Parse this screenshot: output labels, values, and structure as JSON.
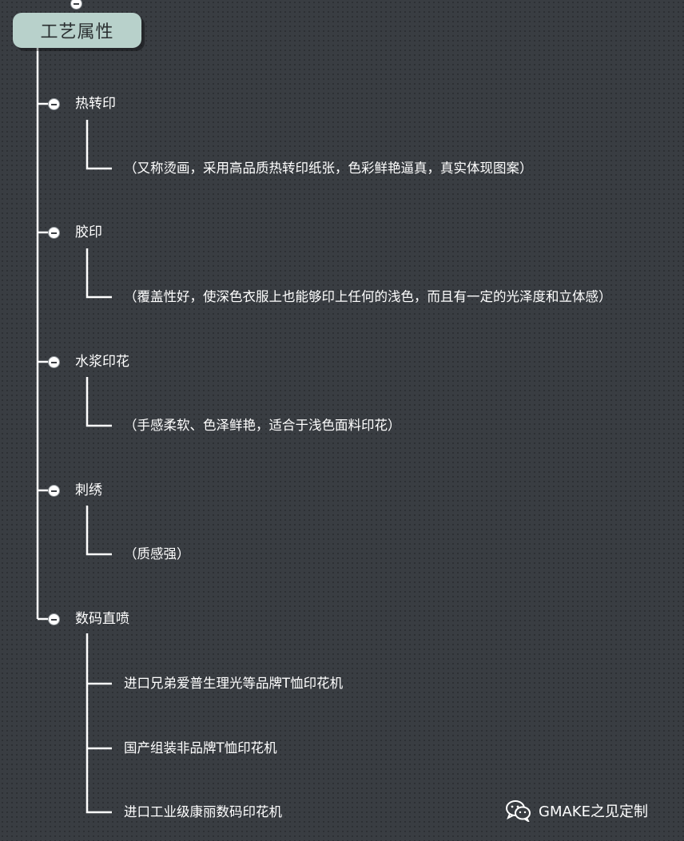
{
  "root": {
    "title": "工艺属性"
  },
  "branches": [
    {
      "label": "热转印",
      "children": [
        "（又称烫画，采用高品质热转印纸张，色彩鲜艳逼真，真实体现图案）"
      ]
    },
    {
      "label": "胶印",
      "children": [
        "（覆盖性好，使深色衣服上也能够印上任何的浅色，而且有一定的光泽度和立体感）"
      ]
    },
    {
      "label": "水浆印花",
      "children": [
        "（手感柔软、色泽鲜艳，适合于浅色面料印花）"
      ]
    },
    {
      "label": "刺绣",
      "children": [
        "（质感强）"
      ]
    },
    {
      "label": "数码直喷",
      "children": [
        "进口兄弟爱普生理光等品牌T恤印花机",
        "国产组装非品牌T恤印花机",
        "进口工业级康丽数码印花机"
      ]
    }
  ],
  "watermark": {
    "text": "GMAKE之见定制",
    "icon": "wechat-icon"
  },
  "colors": {
    "background": "#393d42",
    "root_fill": "#b8d1cb",
    "line": "#ffffff",
    "text": "#ffffff"
  }
}
